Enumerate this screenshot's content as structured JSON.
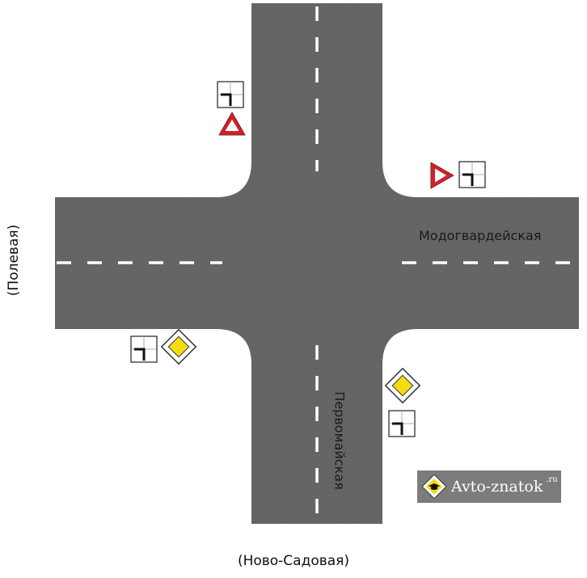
{
  "streets": {
    "bottom_label": "(Ново-Садовая)",
    "left_label": "(Полевая)",
    "main_road_label": "Модогвардейская",
    "vertical_road_label": "Первомайская"
  },
  "signs": [
    {
      "type": "yield",
      "icon": "yield-triangle-icon",
      "position": "north-approach"
    },
    {
      "type": "yield",
      "icon": "yield-triangle-icon",
      "position": "east-approach"
    },
    {
      "type": "priority-road",
      "icon": "priority-road-diamond-icon",
      "position": "west-approach"
    },
    {
      "type": "priority-road",
      "icon": "priority-road-diamond-icon",
      "position": "south-approach"
    }
  ],
  "colors": {
    "asphalt": "#5a5a5a",
    "marking": "#ffffff",
    "yield_border": "#c9252b",
    "priority_fill": "#f5dc12",
    "logo_bg": "#7c7c7c"
  },
  "logo": {
    "text": "Avto-znatok",
    "suffix": ".ru"
  }
}
